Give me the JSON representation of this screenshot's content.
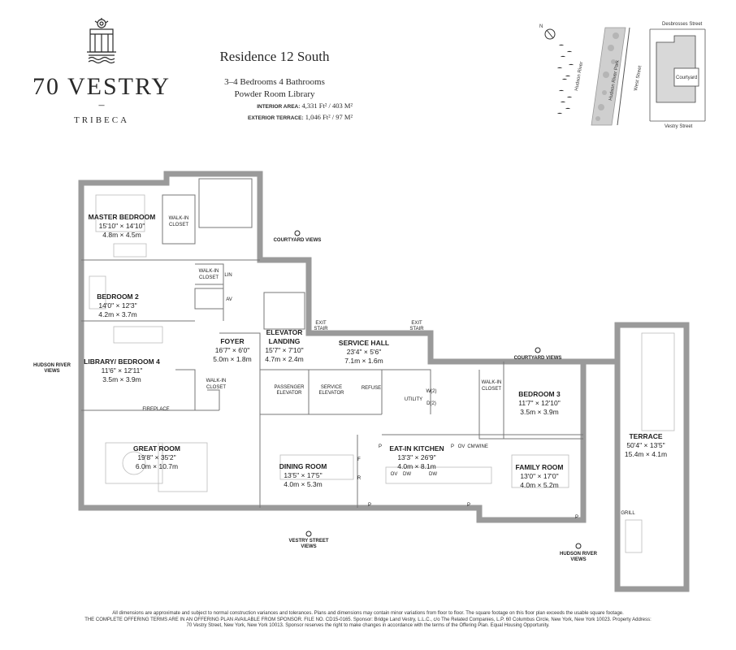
{
  "brand": {
    "name": "70 VESTRY",
    "dash": "–",
    "neighborhood": "TRIBECA",
    "logo": "building-crest-icon"
  },
  "listing": {
    "residence": "Residence 12 South",
    "specs_line1": "3–4 Bedrooms   4 Bathrooms",
    "specs_line2": "Powder Room   Library",
    "interior_label": "INTERIOR AREA:",
    "interior_value": " 4,331 Ft² / 403 M²",
    "exterior_label": "EXTERIOR TERRACE:",
    "exterior_value": " 1,046 Ft² / 97 M²"
  },
  "location_map": {
    "north": "N",
    "hudson_river": "Hudson River",
    "hudson_river_park": "Hudson River Park",
    "west_street": "West Street",
    "desbrosses_street": "Desbrosses Street",
    "courtyard": "Courtyard",
    "vestry_street": "Vestry Street"
  },
  "rooms": {
    "master": {
      "name": "MASTER BEDROOM",
      "dim": "15'10\" × 14'10\"",
      "metric": "4.8m × 4.5m"
    },
    "bedroom2": {
      "name": "BEDROOM 2",
      "dim": "14'0\" × 12'3\"",
      "metric": "4.2m × 3.7m"
    },
    "library": {
      "name": "LIBRARY/ BEDROOM 4",
      "dim": "11'6\" × 12'11\"",
      "metric": "3.5m × 3.9m"
    },
    "foyer": {
      "name": "FOYER",
      "dim": "16'7\" × 6'0\"",
      "metric": "5.0m × 1.8m"
    },
    "elevator_landing": {
      "name1": "ELEVATOR",
      "name2": "LANDING",
      "dim": "15'7\" × 7'10\"",
      "metric": "4.7m × 2.4m"
    },
    "service_hall": {
      "name": "SERVICE HALL",
      "dim": "23'4\" × 5'6\"",
      "metric": "7.1m × 1.6m"
    },
    "great_room": {
      "name": "GREAT ROOM",
      "dim": "19'8\" × 35'2\"",
      "metric": "6.0m × 10.7m"
    },
    "dining": {
      "name": "DINING ROOM",
      "dim": "13'5\" × 17'5\"",
      "metric": "4.0m × 5.3m"
    },
    "kitchen": {
      "name": "EAT-IN KITCHEN",
      "dim": "13'3\" × 26'9\"",
      "metric": "4.0m × 8.1m"
    },
    "bedroom3": {
      "name": "BEDROOM 3",
      "dim": "11'7\" × 12'10\"",
      "metric": "3.5m × 3.9m"
    },
    "family": {
      "name": "FAMILY ROOM",
      "dim": "13'0\" × 17'0\"",
      "metric": "4.0m × 5.2m"
    },
    "terrace": {
      "name": "TERRACE",
      "dim": "50'4\" × 13'5\"",
      "metric": "15.4m × 4.1m"
    }
  },
  "small_labels": {
    "walk_in_closet": "WALK-IN",
    "closet": "CLOSET",
    "lin": "LIN",
    "av": "AV",
    "exit": "EXIT",
    "stair": "STAIR",
    "passenger": "PASSENGER",
    "service": "SERVICE",
    "elevator": "ELEVATOR",
    "refuse": "REFUSE",
    "utility": "UTILITY",
    "washer": "W(2)",
    "dryer": "D(2)",
    "fireplace": "FIREPLACE",
    "fridge": "F",
    "range": "R",
    "pantry": "P",
    "dishwasher": "DW",
    "oven": "OV",
    "coffee": "CM",
    "wine": "WINE",
    "grill": "GRILL"
  },
  "views": {
    "courtyard_top": "COURTYARD VIEWS",
    "courtyard_right": "COURTYARD VIEWS",
    "hudson_left": [
      "HUDSON RIVER",
      "VIEWS"
    ],
    "vestry": [
      "VESTRY STREET",
      "VIEWS"
    ],
    "hudson_right": [
      "HUDSON RIVER",
      "VIEWS"
    ]
  },
  "disclaimer": {
    "line1": "All dimensions are approximate and subject to normal construction variances and tolerances. Plans and dimensions may contain minor variations from floor to floor. The square footage on this floor plan exceeds the usable square footage.",
    "line2": "THE COMPLETE OFFERING TERMS ARE IN AN OFFERING PLAN AVAILABLE FROM SPONSOR. FILE NO. CD15-0165. Sponsor: Bridge Land Vestry, L.L.C., c/o The Related Companies, L.P. 60 Columbus Circle, New York, New York 10023. Property Address:",
    "line3": "70 Vestry Street, New York, New York 10013. Sponsor reserves the right to make changes in accordance with the terms of the Offering Plan. Equal Housing Opportunity."
  }
}
